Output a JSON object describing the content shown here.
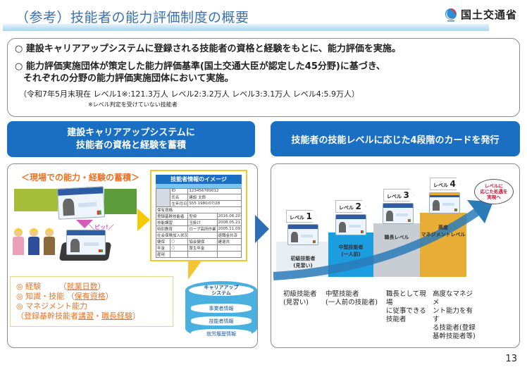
{
  "header": {
    "title": "（参考）技能者の能力評価制度の概要",
    "logo_text": "国土交通省",
    "logo_icon": "mlit-logo-icon"
  },
  "summary": {
    "line1_prefix": "○ 建設キャリアアップシステムに登録される",
    "line1_emph": "技能者の資格と経験",
    "line1_suffix": "をもとに、能力評価を実施。",
    "line2": "○ 能力評価実施団体が策定した能力評価基準(国土交通大臣が認定した45分野)に基づき、",
    "line3": "それぞれの分野の能力評価実施団体において実施。",
    "stats": "（令和7年5月末現在  レベル1※:121.3万人  レベル2:3.2万人  レベル3:3.1万人  レベル4:5.9万人）",
    "note": "※レベル判定を受けていない技能者"
  },
  "left_section": {
    "header_line1": "建設キャリアアップシステムに",
    "header_line2": "技能者の資格と経験を蓄積",
    "accum_title": "＜現場での能力・経験の蓄積＞",
    "beep_text": "＼ピッ!／",
    "info_card": {
      "title": "技能者情報のイメージ",
      "rows": [
        [
          "ID",
          "123456789012"
        ],
        [
          "氏名",
          "建設 太郎"
        ],
        [
          "生年月日",
          "S55 1980/07/28"
        ]
      ],
      "section": "保有資格",
      "quals": [
        [
          "登録基幹技能者",
          "型枠",
          "2016.06.20"
        ],
        [
          "技能講習",
          "玉掛け",
          "2008.05.21"
        ],
        [
          "特別教育",
          "ロープ高所作業",
          "2005.11.09"
        ]
      ],
      "insurance_head": [
        "社会保険加入状況",
        "退職金共済"
      ],
      "insurance_rows": [
        [
          "健保",
          "○",
          "協会健保",
          "建退共",
          "○"
        ],
        [
          "年金",
          "○",
          "厚生年金",
          "",
          ""
        ],
        [
          "雇用",
          "",
          "",
          "",
          ""
        ]
      ]
    },
    "skills": [
      {
        "prefix": "◎  経験　　 （",
        "underlined": "就業日数",
        "suffix": "）"
      },
      {
        "prefix": "◎  知識・技能 （",
        "underlined": "保有資格",
        "suffix": "）"
      },
      {
        "prefix": "◎  マネジメント能力",
        "underlined": "",
        "suffix": ""
      },
      {
        "prefix": "（登録基幹技能者",
        "underlined": "講習",
        "middle": "・",
        "underlined2": "職長経験",
        "suffix": "）"
      }
    ],
    "database": {
      "title_line1": "キャリアアップ",
      "title_line2": "システム",
      "rows": [
        "事業者情報",
        "技能者情報",
        "就労履歴情報"
      ]
    }
  },
  "right_section": {
    "header": "技能者の技能レベルに応じた4段階のカードを発行",
    "levels": [
      {
        "tag": "レベル",
        "num": "1",
        "step_label_1": "初級技能者",
        "step_label_2": "(見習い)",
        "color": "#e8edf3"
      },
      {
        "tag": "レベル",
        "num": "2",
        "step_label_1": "中堅技能者",
        "step_label_2": "(一人前)",
        "color": "#1b9de0"
      },
      {
        "tag": "レベル",
        "num": "3",
        "step_label_1": "職長レベル",
        "step_label_2": "",
        "color": "#c8cdd4"
      },
      {
        "tag": "レベル",
        "num": "4",
        "step_label_1": "高度",
        "step_label_2": "マネジメントレベル",
        "color": "#e8ad34"
      }
    ],
    "oval_line1": "レベルに",
    "oval_line2": "応じた処遇を",
    "oval_line3": "実現へ",
    "descriptions": [
      [
        "初級技能者",
        "(見習い)"
      ],
      [
        "中堅技能者",
        "(一人前の技能者)"
      ],
      [
        "職長として現場",
        "に従事できる",
        "技能者"
      ],
      [
        "高度なマネジメ",
        "ント能力を有す",
        "る技能者(登録",
        "基幹技能者等)"
      ]
    ]
  },
  "page_number": "13"
}
